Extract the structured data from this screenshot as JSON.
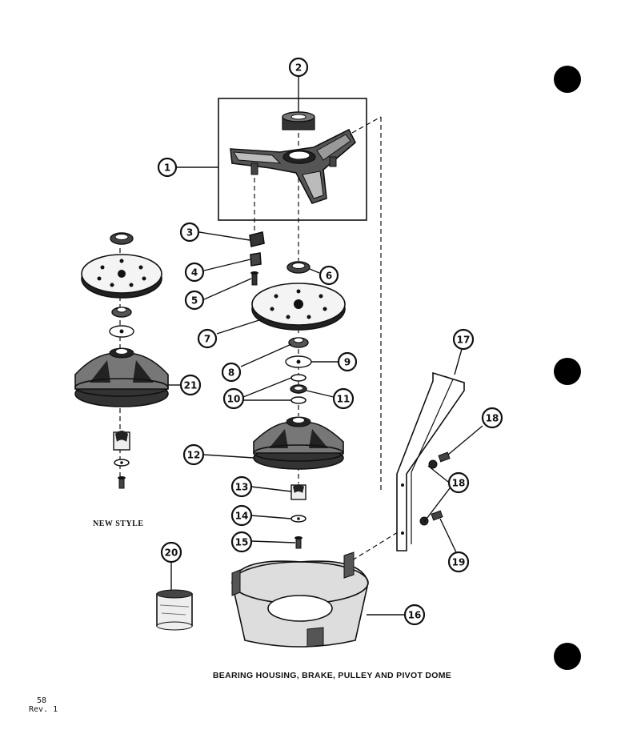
{
  "caption": "BEARING HOUSING, BRAKE, PULLEY AND PIVOT DOME",
  "page_number": "58",
  "revision": "Rev. 1",
  "new_style_label": "NEW STYLE",
  "callouts": [
    "1",
    "2",
    "3",
    "4",
    "5",
    "6",
    "7",
    "8",
    "9",
    "10",
    "11",
    "12",
    "13",
    "14",
    "15",
    "16",
    "17",
    "18",
    "18",
    "19",
    "20",
    "21"
  ],
  "colors": {
    "ink": "#111111",
    "paper": "#ffffff"
  }
}
